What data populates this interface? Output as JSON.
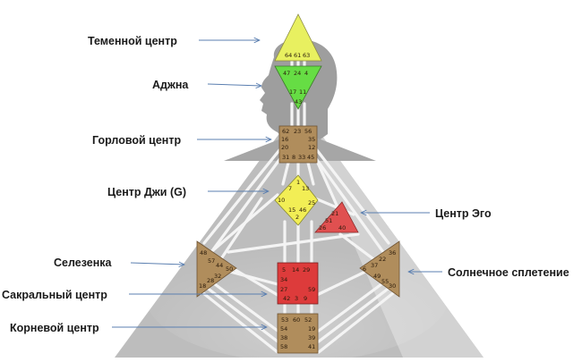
{
  "labels": {
    "head": "Теменной центр",
    "ajna": "Аджна",
    "throat": "Горловой центр",
    "g": "Центр Джи (G)",
    "ego": "Центр Эго",
    "spleen": "Селезенка",
    "solar": "Солнечное сплетение",
    "sacral": "Сакральный центр",
    "root": "Корневой центр"
  },
  "colors": {
    "head": "#e8f060",
    "ajna": "#66dd44",
    "throat": "#b08d5c",
    "g": "#f2ee55",
    "ego": "#e05050",
    "spleen": "#b08d5c",
    "solar": "#b08d5c",
    "sacral": "#dd3b3b",
    "root": "#b08d5c",
    "body": "#bcbcbc",
    "arrow": "#5b7fb0"
  },
  "gates": {
    "head": [
      "64",
      "61",
      "63"
    ],
    "ajna": [
      "47",
      "24",
      "4",
      "17",
      "11",
      "43"
    ],
    "throat": [
      "62",
      "23",
      "56",
      "16",
      "35",
      "20",
      "12",
      "31",
      "8",
      "33",
      "45"
    ],
    "g": [
      "1",
      "7",
      "13",
      "10",
      "25",
      "15",
      "46",
      "2"
    ],
    "ego": [
      "21",
      "51",
      "26",
      "40"
    ],
    "spleen": [
      "48",
      "57",
      "44",
      "50",
      "32",
      "28",
      "18"
    ],
    "solar": [
      "36",
      "22",
      "37",
      "6",
      "49",
      "55",
      "30"
    ],
    "sacral": [
      "5",
      "14",
      "29",
      "34",
      "27",
      "59",
      "42",
      "3",
      "9"
    ],
    "root": [
      "53",
      "60",
      "52",
      "54",
      "19",
      "38",
      "39",
      "58",
      "41"
    ]
  }
}
